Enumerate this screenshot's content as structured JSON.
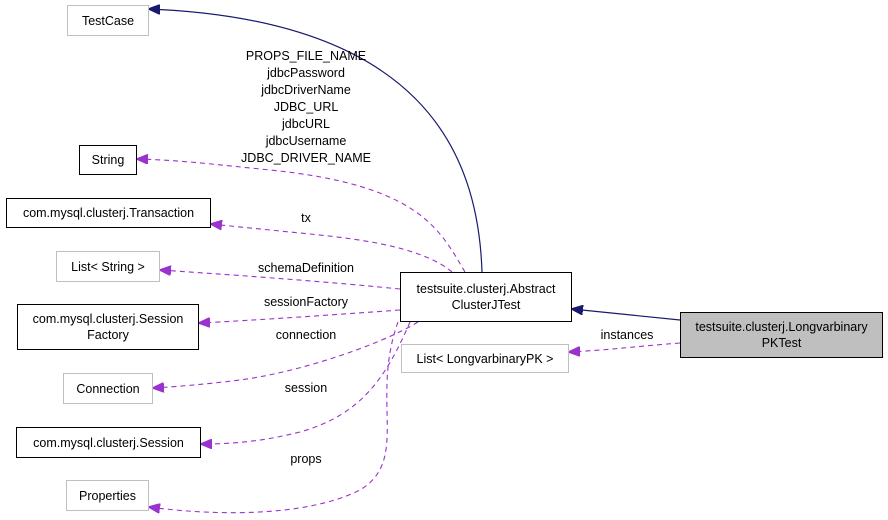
{
  "nodes": {
    "testcase": "TestCase",
    "string": "String",
    "transaction": "com.mysql.clusterj.Transaction",
    "list_string": "List< String >",
    "session_factory_l1": "com.mysql.clusterj.Session",
    "session_factory_l2": "Factory",
    "connection": "Connection",
    "session": "com.mysql.clusterj.Session",
    "properties": "Properties",
    "abstract_l1": "testsuite.clusterj.Abstract",
    "abstract_l2": "ClusterJTest",
    "list_pk": "List< LongvarbinaryPK >",
    "focus_l1": "testsuite.clusterj.Longvarbinary",
    "focus_l2": "PKTest"
  },
  "edge_labels": {
    "string_members": [
      "PROPS_FILE_NAME",
      "jdbcPassword",
      "jdbcDriverName",
      "JDBC_URL",
      "jdbcURL",
      "jdbcUsername",
      "JDBC_DRIVER_NAME"
    ],
    "tx": "tx",
    "schema_definition": "schemaDefinition",
    "session_factory": "sessionFactory",
    "connection": "connection",
    "session": "session",
    "props": "props",
    "instances": "instances"
  },
  "colors": {
    "inheritance": "#191970",
    "usage": "#9a32cd",
    "focus_fill": "#bfbfbf",
    "ghost_border": "#bfbfbf"
  }
}
